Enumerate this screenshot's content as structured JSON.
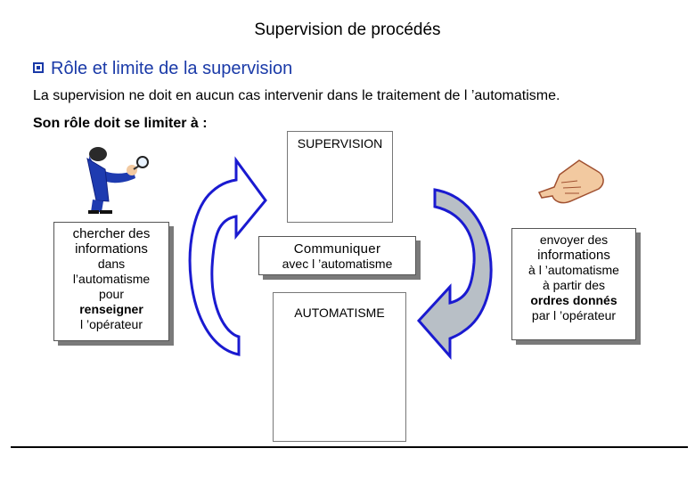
{
  "title": "Supervision de procédés",
  "heading": "Rôle et limite de la supervision",
  "intro": "La supervision ne doit en aucun cas intervenir dans le traitement de l ’automatisme.",
  "role": "Son rôle doit se limiter à :",
  "supervision": {
    "label": "SUPERVISION"
  },
  "communicate": {
    "line1": "Communiquer",
    "line2": "avec l ’automatisme"
  },
  "automation": {
    "label": "AUTOMATISME"
  },
  "left_box": {
    "line1": "chercher des",
    "line2": "informations",
    "line3": "dans",
    "line4": "l’automatisme",
    "line5": "pour",
    "line6": "renseigner",
    "line7": "l ’opérateur"
  },
  "right_box": {
    "line1": "envoyer des",
    "line2": "informations",
    "line3": "à l ’automatisme",
    "line4": "à partir des",
    "line5": "ordres donnés",
    "line6": "par l ’opérateur"
  },
  "colors": {
    "heading": "#1a3aa8",
    "arrow_outline": "#1a1ad0",
    "arrow_fill_right": "#b8bfc6",
    "skin": "#f2c9a0",
    "suit": "#1e3bb0"
  },
  "icons": [
    "bullet-icon",
    "magnifier-person-icon",
    "pointing-hand-icon",
    "computer-icon",
    "plc-icon",
    "io-module-icon",
    "ladder-diagram-icon"
  ]
}
